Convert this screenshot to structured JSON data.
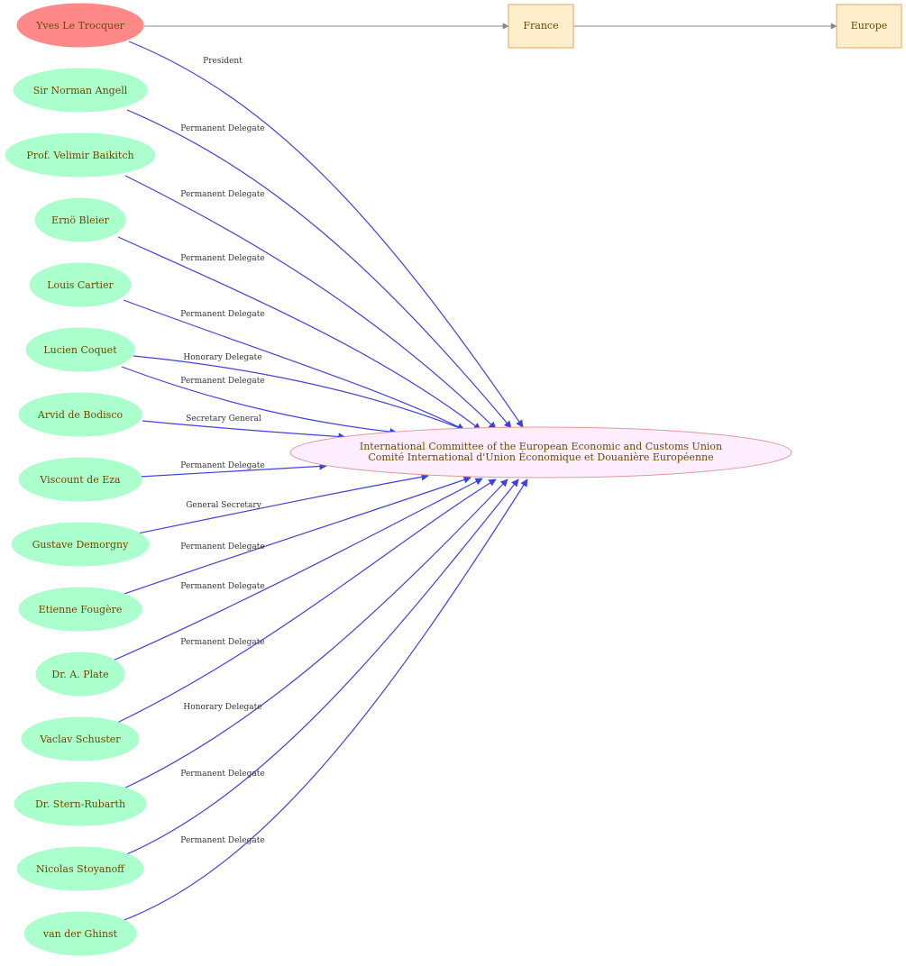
{
  "colors": {
    "person_fill": "#aaffcc",
    "highlight_fill": "#ff8888",
    "org_fill": "#ffeeff",
    "org_stroke": "#dd9999",
    "place_fill": "#ffeecc",
    "place_stroke": "#ddaa55",
    "edge_blue": "#4040e0",
    "edge_gray": "#888888",
    "label_text": "#6b4a00"
  },
  "center_node": {
    "line1": "International Committee of the European Economic and Customs Union",
    "line2": "Comité International d'Union Économique et Douanière Européenne"
  },
  "place_nodes": [
    {
      "id": "france",
      "label": "France"
    },
    {
      "id": "europe",
      "label": "Europe"
    }
  ],
  "person_nodes": [
    {
      "id": "p0",
      "label": "Yves Le Trocquer",
      "role": "President",
      "highlight": true,
      "icon": "person-node"
    },
    {
      "id": "p1",
      "label": "Sir Norman Angell",
      "role": "Permanent Delegate"
    },
    {
      "id": "p2",
      "label": "Prof. Velimir Baikitch",
      "role": "Permanent Delegate"
    },
    {
      "id": "p3",
      "label": "Ernö Bleier",
      "role": "Permanent Delegate"
    },
    {
      "id": "p4",
      "label": "Louis Cartier",
      "role": "Permanent Delegate"
    },
    {
      "id": "p5",
      "label": "Lucien Coquet",
      "role": "Honorary Delegate",
      "role2": "Permanent Delegate"
    },
    {
      "id": "p6",
      "label": "Arvid de Bodisco",
      "role": "Secretary General"
    },
    {
      "id": "p7",
      "label": "Viscount  de Eza",
      "role": "Permanent Delegate"
    },
    {
      "id": "p8",
      "label": "Gustave Demorgny",
      "role": "General Secretary"
    },
    {
      "id": "p9",
      "label": "Etienne Fougère",
      "role": "Permanent Delegate"
    },
    {
      "id": "p10",
      "label": "Dr. A. Plate",
      "role": "Permanent Delegate"
    },
    {
      "id": "p11",
      "label": "Vaclav Schuster",
      "role": "Permanent Delegate"
    },
    {
      "id": "p12",
      "label": "Dr. Stern-Rubarth",
      "role": "Honorary Delegate"
    },
    {
      "id": "p13",
      "label": "Nicolas Stoyanoff",
      "role": "Permanent Delegate"
    },
    {
      "id": "p14",
      "label": "van der Ghinst",
      "role": "Permanent Delegate"
    }
  ]
}
